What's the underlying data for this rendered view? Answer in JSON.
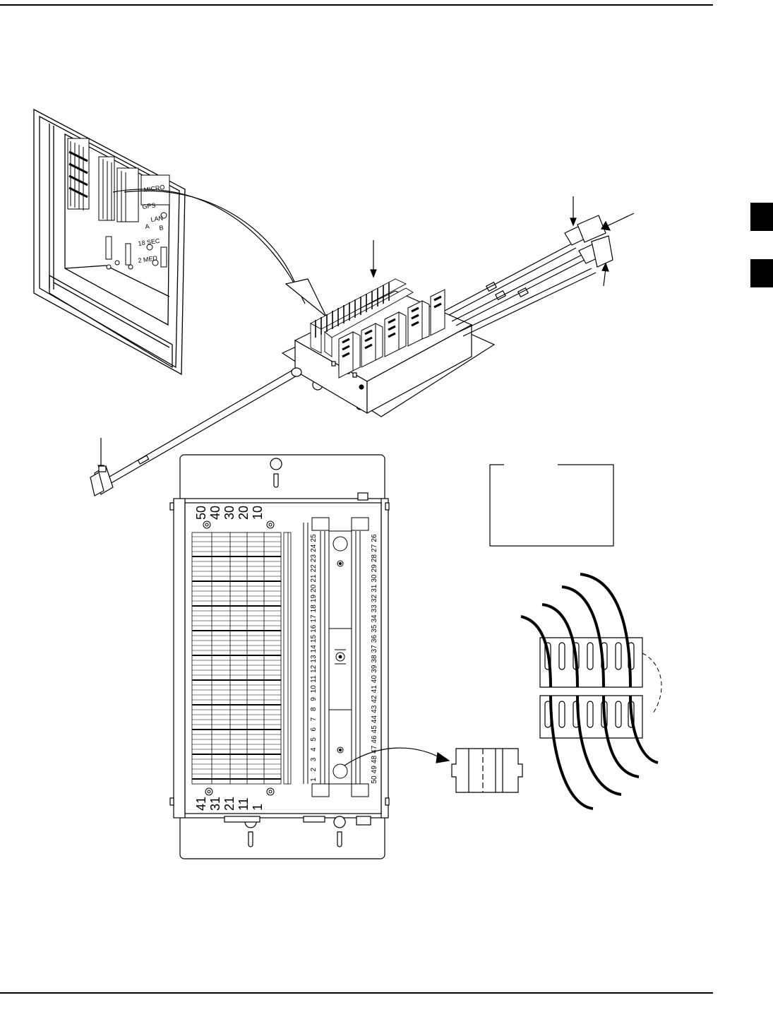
{
  "panel": {
    "left_top_labels": [
      "50",
      "40",
      "30",
      "20",
      "10"
    ],
    "left_bottom_labels": [
      "41",
      "31",
      "21",
      "11",
      "1"
    ],
    "pair_labels_a": [
      "1",
      "2",
      "3",
      "4",
      "5",
      "6",
      "7",
      "8",
      "9",
      "10",
      "11",
      "12",
      "13",
      "14",
      "15",
      "16",
      "17",
      "18",
      "19",
      "20",
      "21",
      "22",
      "23",
      "24",
      "25"
    ],
    "pair_labels_b": [
      "26",
      "27",
      "28",
      "29",
      "30",
      "31",
      "32",
      "33",
      "34",
      "35",
      "36",
      "37",
      "38",
      "39",
      "40",
      "41",
      "42",
      "43",
      "44",
      "45",
      "46",
      "47",
      "48",
      "49",
      "50"
    ]
  },
  "backplane": {
    "labels": [
      "MICRO",
      "GPS",
      "LAN",
      "A",
      "B",
      "18 SEC",
      "2 MED"
    ]
  },
  "colors": {
    "ink": "#000000",
    "paper": "#ffffff"
  }
}
